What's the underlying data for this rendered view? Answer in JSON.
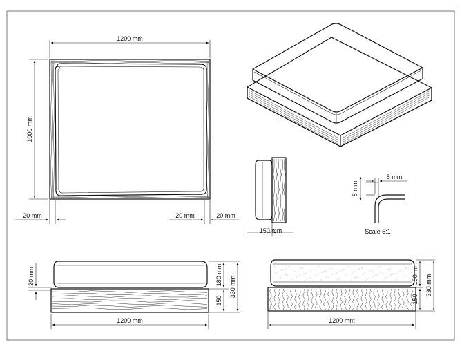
{
  "drawing": {
    "top_view": {
      "width_label": "1200 mm",
      "height_label": "1000 mm",
      "left_margin_label": "20 mm",
      "right_margin_label_1": "20 mm",
      "right_margin_label_2": "20 mm"
    },
    "side_section": {
      "depth_label": "150 mm"
    },
    "detail": {
      "horizontal_label": "8 mm",
      "vertical_label": "8 mm",
      "scale_label": "Scale 5:1"
    },
    "front_view_left": {
      "width_label": "1200 mm",
      "gap_label": "20 mm",
      "cushion_label": "180 mm",
      "total_label": "330 mm",
      "base_label": "150"
    },
    "front_view_right": {
      "width_label": "1200 mm",
      "cushion_label": "180 mm",
      "total_label": "330 mm",
      "base_label": "150"
    }
  }
}
